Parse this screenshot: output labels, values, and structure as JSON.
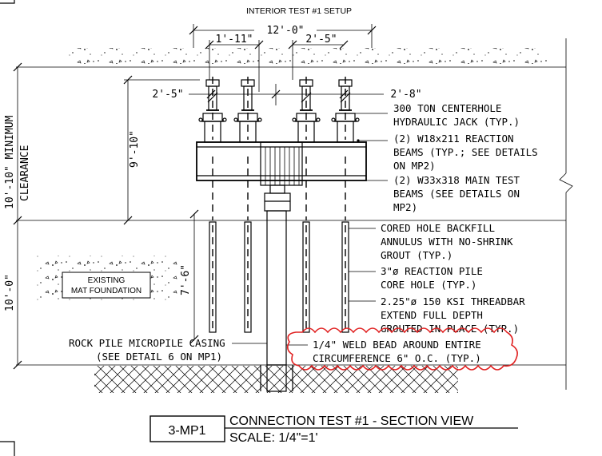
{
  "title": "INTERIOR TEST #1 SETUP",
  "dimensions": {
    "overall_width": "12'-0\"",
    "left_jack_spacing": "1'-11\"",
    "right_jack_spacing": "2'-5\"",
    "left_offset": "2'-5\"",
    "right_offset": "2'-8\"",
    "frame_height": "9'-10\"",
    "pile_depth": "7'-6\"",
    "upper_clearance": "10'-10\" MINIMUM CLEARANCE",
    "upper_clearance_line1": "10'-10\" MINIMUM",
    "upper_clearance_line2": "CLEARANCE",
    "lower_depth": "10'-0\""
  },
  "notes": {
    "jack": [
      "300 TON CENTERHOLE",
      "HYDRAULIC JACK (TYP.)"
    ],
    "reaction_beams": [
      "(2) W18x211 REACTION",
      "BEAMS (TYP.; SEE DETAILS",
      "ON MP2)"
    ],
    "main_beams": [
      "(2) W33x318 MAIN TEST",
      "BEAMS (SEE DETAILS ON",
      "MP2)"
    ],
    "backfill": [
      "CORED HOLE BACKFILL",
      "ANNULUS WITH NO-SHRINK",
      "GROUT (TYP.)"
    ],
    "core_hole": [
      "3\"ø REACTION PILE",
      "CORE HOLE (TYP.)"
    ],
    "threadbar": [
      "2.25\"ø 150 KSI THREADBAR",
      "EXTEND FULL DEPTH",
      "GROUTED IN PLACE (TYP.)"
    ],
    "casing": [
      "ROCK PILE MICROPILE CASING",
      "(SEE DETAIL 6 ON MP1)"
    ],
    "weld": [
      "1/4\" WELD BEAD AROUND ENTIRE",
      "CIRCUMFERENCE 6\" O.C. (TYP.)"
    ],
    "mat_foundation": [
      "EXISTING",
      "MAT FOUNDATION"
    ]
  },
  "title_block": {
    "detail_id": "3-MP1",
    "title": "CONNECTION TEST #1 - SECTION VIEW",
    "scale": "SCALE: 1/4\"=1'"
  },
  "colors": {
    "cloud": "#e02020",
    "ink": "#000000"
  }
}
